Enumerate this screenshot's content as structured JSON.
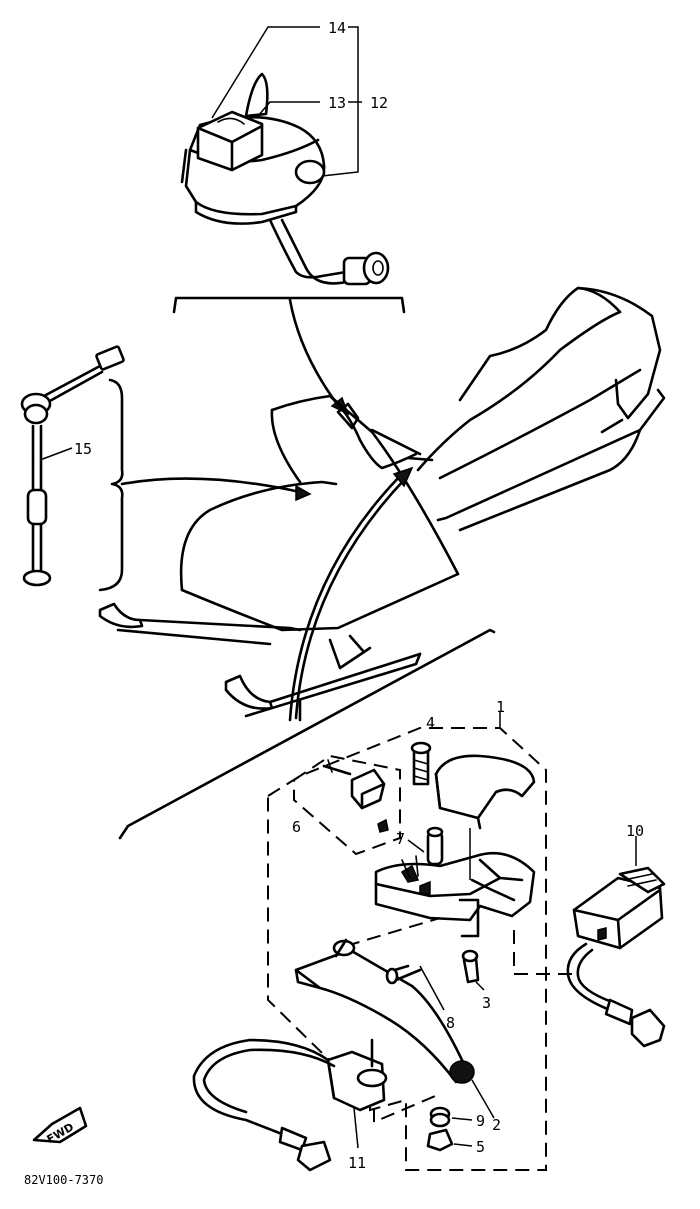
{
  "diagram": {
    "callouts": {
      "c1": "1",
      "c2": "2",
      "c3": "3",
      "c4": "4",
      "c5": "5",
      "c6": "6",
      "c7": "7",
      "c8": "8",
      "c9": "9",
      "c10": "10",
      "c11": "11",
      "c12": "12",
      "c13": "13",
      "c14": "14",
      "c15": "15"
    },
    "fwd_label": "FWD",
    "footer_code": "82V100-7370"
  }
}
